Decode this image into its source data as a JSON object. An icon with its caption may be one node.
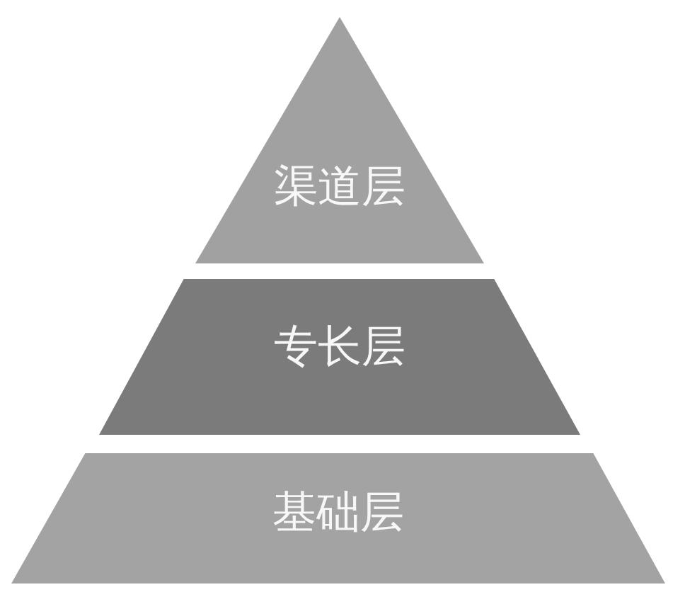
{
  "diagram": {
    "nodes": [
      {
        "text": [
          "渠道层"
        ]
      },
      {
        "text": [
          "专长层"
        ]
      },
      {
        "text": [
          "基础层"
        ]
      }
    ]
  }
}
